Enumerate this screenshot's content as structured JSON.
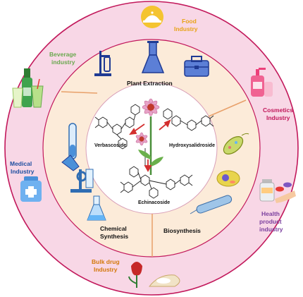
{
  "industries": {
    "food": {
      "line1": "Food",
      "line2": "Industry",
      "color": "#e8a317"
    },
    "beverage": {
      "line1": "Beverage",
      "line2": "industry",
      "color": "#6aa84f"
    },
    "cosmetics": {
      "line1": "Cosmetics",
      "line2": "Industry",
      "color": "#c2185b"
    },
    "medical": {
      "line1": "Medical",
      "line2": "Industry",
      "color": "#1f4fa0"
    },
    "health": {
      "line1": "Health",
      "line2": "product",
      "line3": "industry",
      "color": "#7b3f9e"
    },
    "bulk": {
      "line1": "Bulk drug",
      "line2": "Industry",
      "color": "#d4780a"
    }
  },
  "methods": {
    "extraction": "Plant Extraction",
    "chemical_line1": "Chemical",
    "chemical_line2": "Synthesis",
    "biosynthesis": "Biosynthesis"
  },
  "compounds": {
    "verbascoside": "Verbascoside",
    "hydroxysalidroside": "Hydroxysalidroside",
    "echinacoside": "Echinacoside"
  },
  "icons": {
    "food": "food-cloche-icon",
    "beverage": "drink-bottles-icon",
    "cosmetics": "lotion-bottle-icon",
    "medical": "medicine-jar-icon",
    "health": "supplement-bottle-icon",
    "bulk": "flower-and-powder-icon",
    "extraction": "flask-icon",
    "chemical": "microscope-icon",
    "biosynthesis": "bacteria-icon"
  },
  "colors": {
    "outer_ring": "#f8d7e6",
    "ring_border": "#c2185b",
    "middle_ring": "#fcebd9",
    "center": "#ffffff",
    "divider": "#e8a06a"
  }
}
